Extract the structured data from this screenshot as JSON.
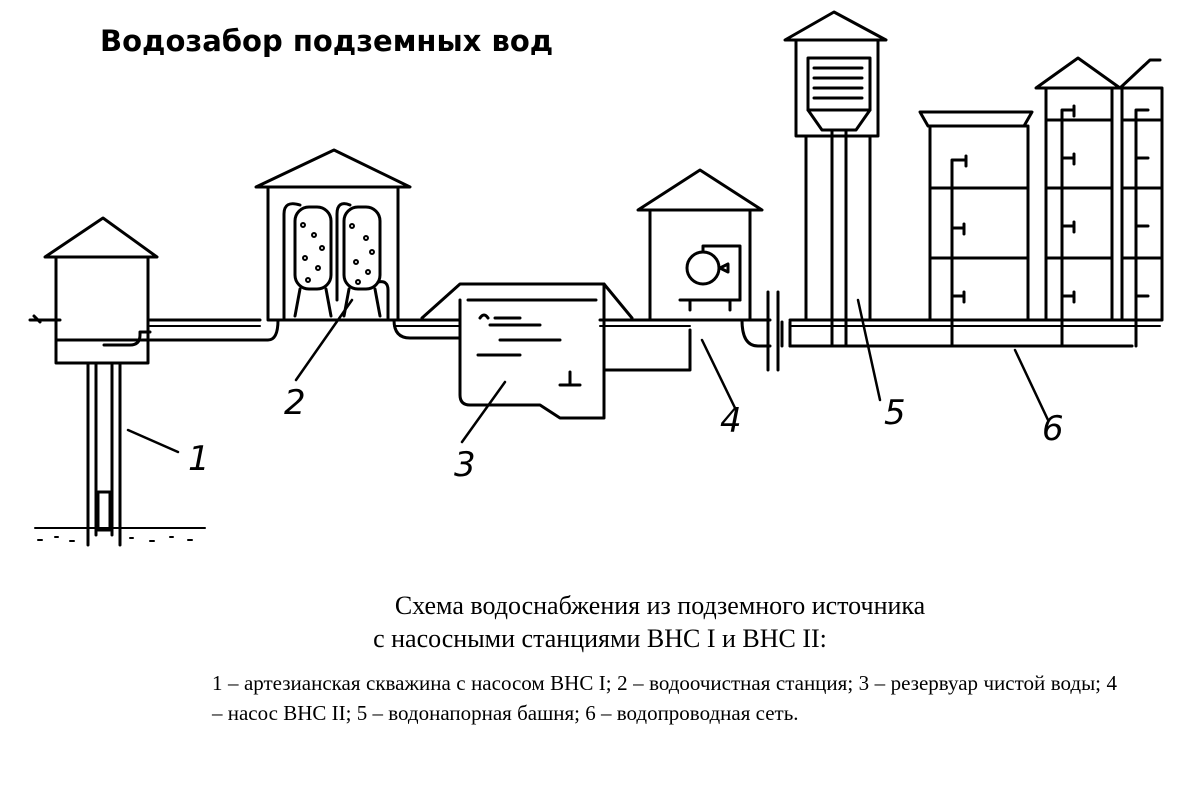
{
  "title": "Водозабор подземных вод",
  "labels": {
    "n1": "1",
    "n2": "2",
    "n3": "3",
    "n4": "4",
    "n5": "5",
    "n6": "6"
  },
  "caption": {
    "line1": "Схема водоснабжения из подземного источника",
    "line2": "с насосными станциями ВНС I и ВНС II:",
    "legend": "1 – артезианская скважина с насосом ВНС I; 2 – водоочистная станция; 3 – резервуар чистой воды; 4 – насос ВНС II; 5 – водонапорная башня; 6 – водопроводная сеть."
  }
}
